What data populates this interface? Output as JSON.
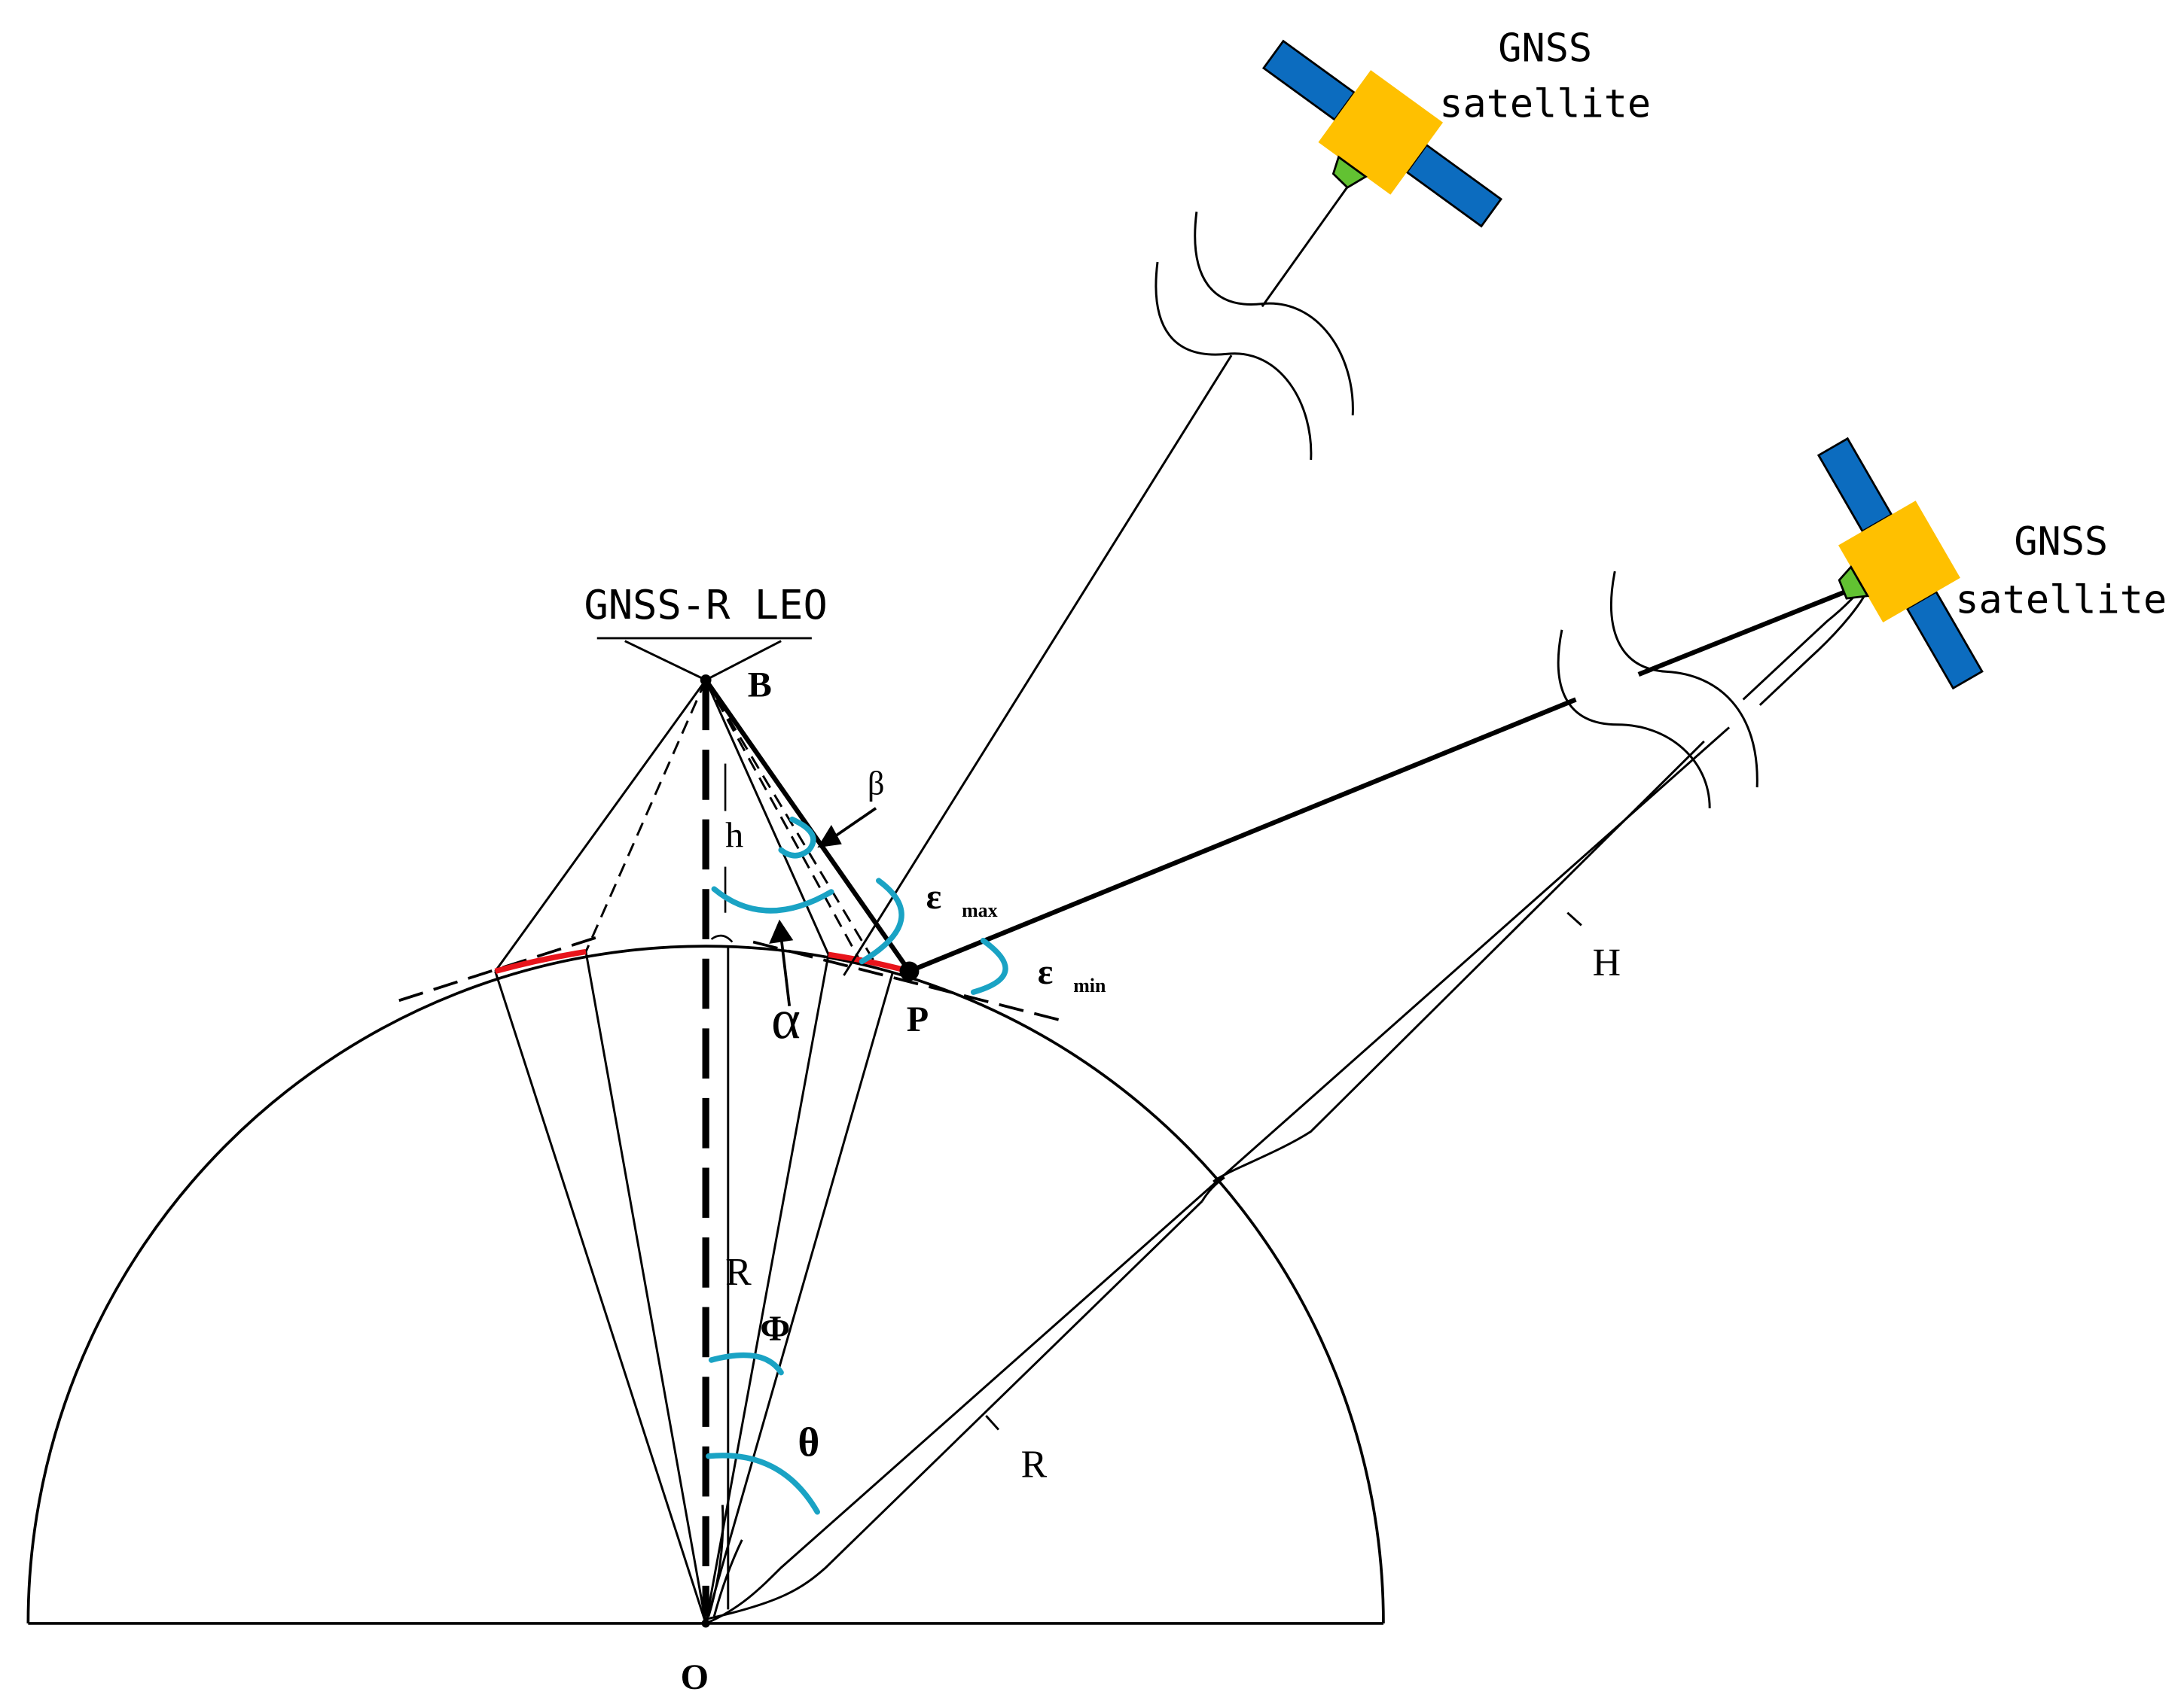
{
  "labels": {
    "leo": "GNSS-R LEO",
    "sat_top_line1": "GNSS",
    "sat_top_line2": "satellite",
    "sat_right_line1": "GNSS",
    "sat_right_line2": "satellite",
    "point_b": "B",
    "point_p": "P",
    "point_o": "O",
    "height_h": "h",
    "radius_r_center": "R",
    "radius_r_lower": "R",
    "height_H": "H",
    "angle_beta": "β",
    "angle_alpha": "α",
    "angle_phi": "Φ",
    "angle_theta": "θ",
    "eps_max_symbol": "ε",
    "eps_max_sub": "max",
    "eps_min_symbol": "ε",
    "eps_min_sub": "min"
  },
  "colors": {
    "line": "#000000",
    "angle_arc": "#1aa3c4",
    "specular_arc": "#e8141b",
    "sat_panel": "#0c6cbf",
    "sat_body": "#ffc000",
    "sat_antenna": "#62c232"
  },
  "icons": {
    "satellite": "satellite-icon"
  }
}
